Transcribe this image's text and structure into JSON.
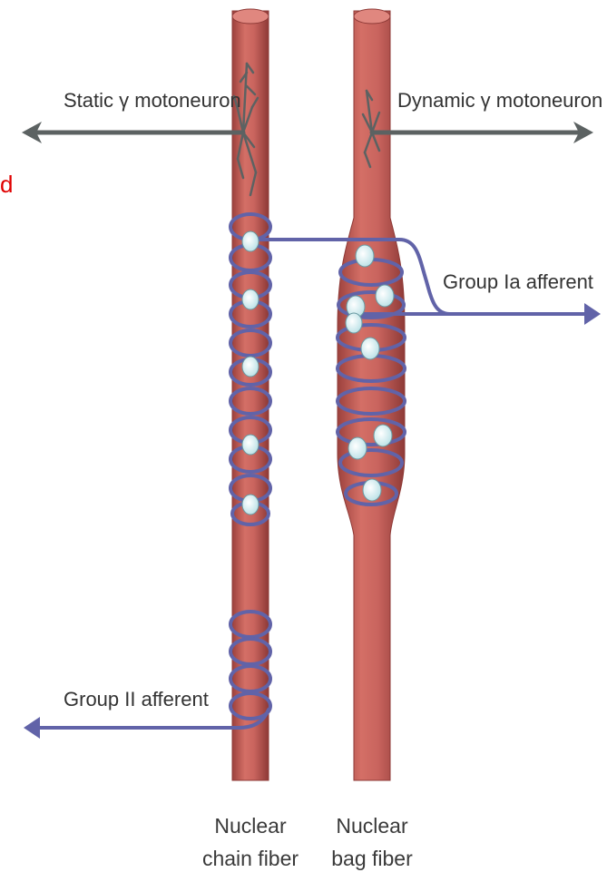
{
  "colors": {
    "fiber": "#c9645e",
    "fiber_dark": "#8e3a37",
    "fiber_light": "#e2928a",
    "afferent": "#6163a8",
    "motoneuron": "#5c6262",
    "nucleus": "#dff2f4",
    "stray_text": "#e00000"
  },
  "labels": {
    "static_motoneuron": "Static γ motoneuron",
    "dynamic_motoneuron": "Dynamic γ motoneuron",
    "group_ia": "Group Ia afferent",
    "group_ii": "Group II afferent",
    "chain_line1": "Nuclear",
    "chain_line2": "chain fiber",
    "bag_line1": "Nuclear",
    "bag_line2": "bag fiber",
    "stray_letter": "d"
  }
}
